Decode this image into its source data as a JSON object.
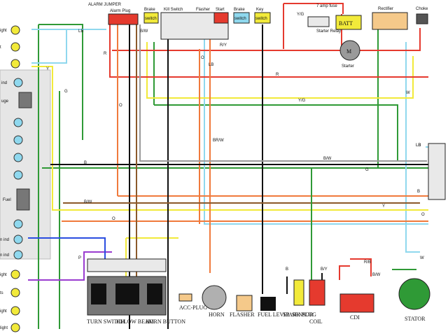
{
  "colors": {
    "black": "#111111",
    "red": "#e53a2e",
    "orange": "#f07a3c",
    "yellow": "#f2ea3a",
    "green": "#2f9a36",
    "lightblue": "#8fd8ee",
    "blue": "#2a4de0",
    "purple": "#9a3cd0",
    "brown": "#8b5a2b",
    "gray": "#9a9a9a",
    "panel": "#e9e9e9"
  },
  "top_labels": {
    "alarm": "ALARM JUMPER",
    "alarm_plug": "Alarm Plug",
    "brake1": "Brake",
    "kill": "Kill Switch",
    "flasher": "Flasher",
    "start": "Start",
    "brake2": "Brake",
    "key": "Key",
    "switch_text": "switch",
    "fuse": "7 amp fuse",
    "batt": "BATT",
    "yg": "Y/G",
    "starter_relay": "Starter Relay",
    "starter": "Starter",
    "rectifier": "Rectifier",
    "choke": "Choke",
    "motor_m": "M"
  },
  "left_labels": [
    "ight",
    "t",
    "ind",
    "uge",
    "Fuel",
    "n ind",
    "n ind",
    "ight",
    "ts",
    "ight",
    "light"
  ],
  "wire_labels": [
    "LB",
    "R",
    "B/W",
    "O",
    "LB",
    "R/Y",
    "R",
    "O",
    "LB",
    "Y",
    "G",
    "Y/G",
    "BR/W",
    "B/W",
    "B",
    "G",
    "LB",
    "B",
    "B/W",
    "Y",
    "O",
    "O",
    "P",
    "W",
    "W",
    "R/B",
    "B/W",
    "B",
    "B/Y"
  ],
  "bottom_labels": {
    "turn": "TURN SWITCH",
    "hilow": "HI/LOW BEAM",
    "horn_btn": "HORN BUTTON",
    "acc": "ACC-PLUG",
    "horn": "HORN",
    "flasher": "FLASHER",
    "fuel": "FUEL LEVEL SENSOR",
    "spark": "SPARK PLUG",
    "coil": "COIL",
    "cdi": "CDI",
    "stator": "STATOR"
  }
}
